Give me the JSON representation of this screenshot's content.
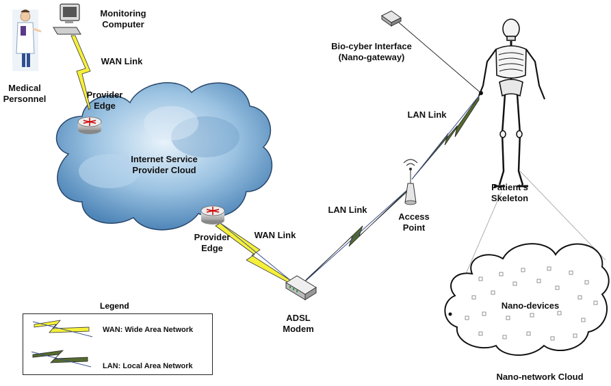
{
  "nodes": {
    "monitoring_computer": [
      "Monitoring",
      "Computer"
    ],
    "medical_personnel": [
      "Medical",
      "Personnel"
    ],
    "provider_edge_top": [
      "Provider",
      "Edge"
    ],
    "isp_cloud": [
      "Internet Service",
      "Provider Cloud"
    ],
    "provider_edge_bottom": [
      "Provider",
      "Edge"
    ],
    "adsl_modem": [
      "ADSL",
      "Modem"
    ],
    "access_point": [
      "Access",
      "Point"
    ],
    "bio_cyber": [
      "Bio-cyber Interface",
      "(Nano-gateway)"
    ],
    "patient_skeleton": [
      "Patient's",
      "Skeleton"
    ],
    "nano_devices": "Nano-devices",
    "nano_cloud": "Nano-network Cloud"
  },
  "links": {
    "wan_top": "WAN Link",
    "wan_bottom": "WAN Link",
    "lan_left": "LAN Link",
    "lan_right": "LAN Link"
  },
  "legend": {
    "title": "Legend",
    "wan": "WAN: Wide Area Network",
    "lan": "LAN: Local Area Network"
  },
  "colors": {
    "wan": "#f5f03a",
    "lan": "#556b2f",
    "cloud": "#8fbadc",
    "router": "#d9d9d9"
  }
}
